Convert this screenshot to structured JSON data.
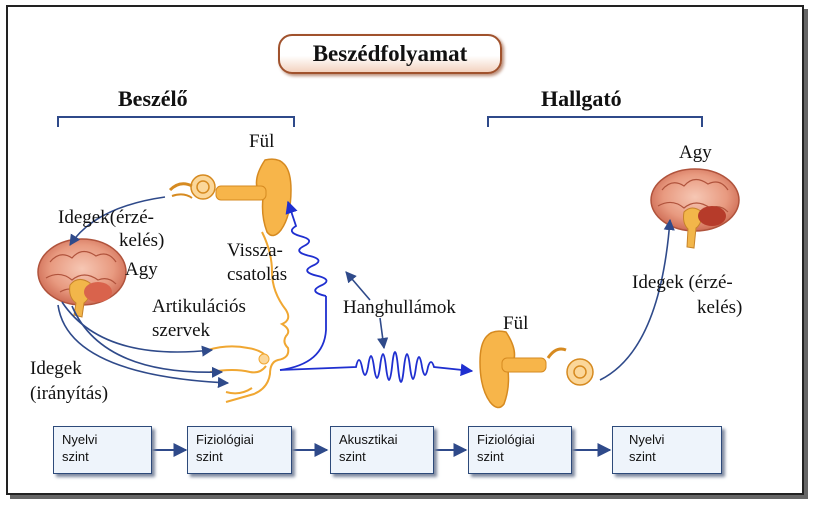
{
  "title": "Beszédfolyamat",
  "speaker": {
    "title": "Beszélő"
  },
  "listener": {
    "title": "Hallgató"
  },
  "labels": {
    "ful_speaker": "Fül",
    "idegek_erzekeles_1": "Idegek(érzé-",
    "idegek_erzekeles_2": "kelés)",
    "agy_speaker": "Agy",
    "visszacsatolas_1": "Vissza-",
    "visszacsatolas_2": "csatolás",
    "artikulacios_1": "Artikulációs",
    "artikulacios_2": "szervek",
    "hanghullamok": "Hanghullámok",
    "idegek_iranyitas_1": "Idegek",
    "idegek_iranyitas_2": "(irányítás)",
    "ful_listener": "Fül",
    "agy_listener": "Agy",
    "idegek_listener_1": "Idegek (érzé-",
    "idegek_listener_2": "kelés)"
  },
  "levels": [
    {
      "line1": "Nyelvi",
      "line2": "szint"
    },
    {
      "line1": "Fiziológiai",
      "line2": "szint"
    },
    {
      "line1": "Akusztikai",
      "line2": "szint"
    },
    {
      "line1": "Fiziológiai",
      "line2": "szint"
    },
    {
      "line1": "Nyelvi",
      "line2": "szint"
    }
  ],
  "colors": {
    "arrow": "#2f4a8a",
    "wave": "#1f2fd0",
    "ear": "#f5a623",
    "brain": "#e08a70",
    "border": "#222222"
  }
}
